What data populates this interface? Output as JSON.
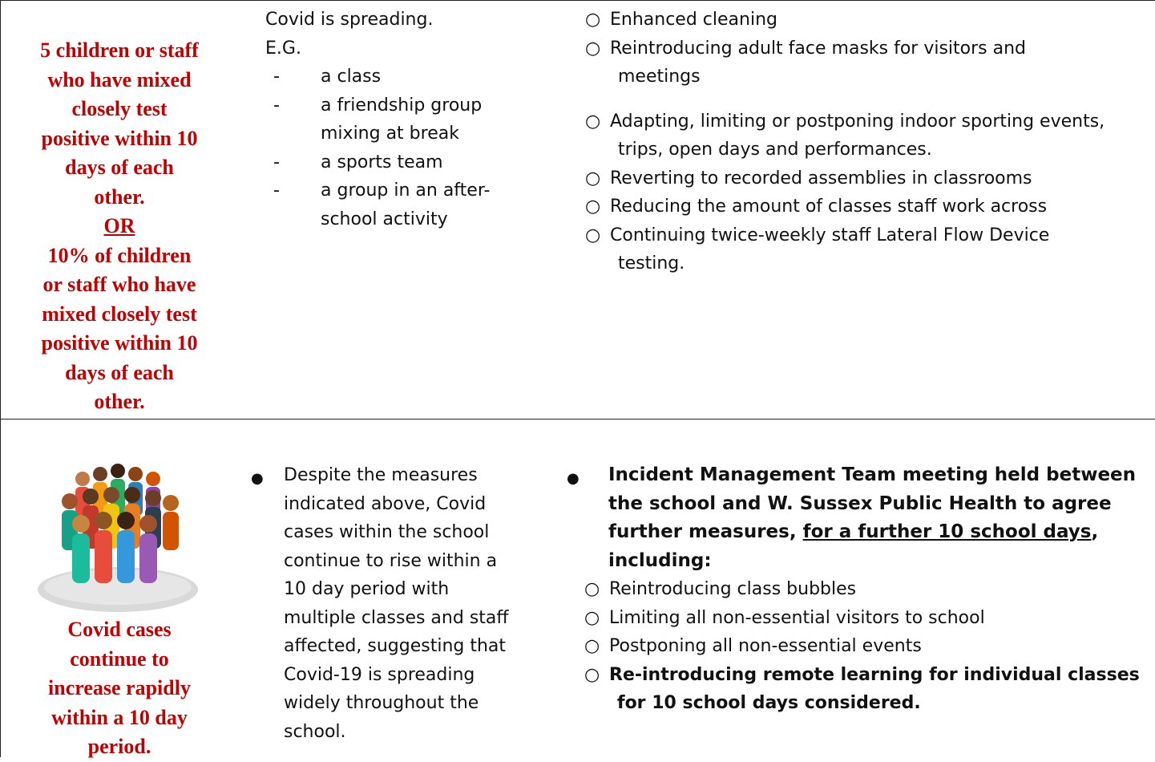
{
  "row1": {
    "lead_lines": [
      "5 children or staff",
      "who have mixed",
      "closely test",
      "positive within 10",
      "days of each",
      "other."
    ],
    "or_label": "OR",
    "lead_lines_2": [
      "10% of children",
      "or staff who have",
      "mixed closely test",
      "positive within 10",
      "days of each",
      "other."
    ],
    "mid_intro": "Covid is spreading.",
    "mid_eg": "E.G.",
    "mid_items": [
      "a class",
      "a friendship group mixing at break",
      "a sports team",
      "a group in an after-school activity"
    ],
    "measures": [
      {
        "line1": "Enhanced cleaning",
        "line2": ""
      },
      {
        "line1": "Reintroducing adult face masks for visitors and",
        "line2": "meetings"
      },
      {
        "line1": "Adapting, limiting or postponing indoor sporting events,",
        "line2": "trips, open days and performances."
      },
      {
        "line1": "Reverting to recorded assemblies in classrooms",
        "line2": ""
      },
      {
        "line1": "Reducing the amount of classes staff work across",
        "line2": ""
      },
      {
        "line1": "Continuing twice-weekly staff Lateral Flow Device",
        "line2": "testing."
      }
    ]
  },
  "row2": {
    "icon": "crowd-of-people-icon",
    "lead_lines": [
      "Covid cases",
      "continue to",
      "increase rapidly",
      "within a 10 day",
      "period."
    ],
    "mid_text": "Despite the measures indicated above, Covid cases within the school continue to rise within a 10 day period with multiple classes and staff affected, suggesting that Covid-19 is spreading widely throughout the school.",
    "head_part1": "Incident Management Team meeting held between the school and W. Sussex Public Health to agree further measures, ",
    "head_underlined": "for a further 10 school days",
    "head_part2": ", including:",
    "measures": [
      "Reintroducing class bubbles",
      "Limiting all non-essential visitors to school",
      "Postponing all non-essential events"
    ],
    "bold_measure_line1": "Re-introducing remote learning for individual classes",
    "bold_measure_line2": "for 10 school days considered."
  },
  "colors": {
    "lead_red": "#c00000",
    "border": "#222222"
  }
}
